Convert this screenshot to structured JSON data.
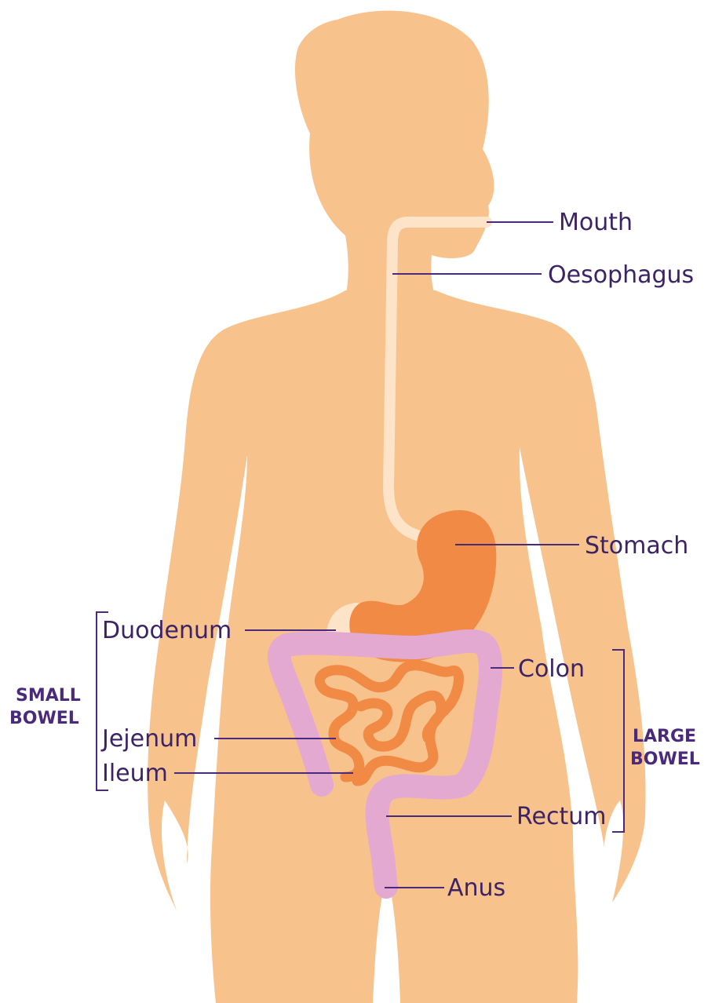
{
  "labels": {
    "mouth": "Mouth",
    "oesophagus": "Oesophagus",
    "stomach": "Stomach",
    "duodenum": "Duodenum",
    "colon": "Colon",
    "jejenum": "Jejenum",
    "ileum": "Ileum",
    "rectum": "Rectum",
    "anus": "Anus"
  },
  "groups": {
    "small_bowel": [
      "SMALL",
      "BOWEL"
    ],
    "large_bowel": [
      "LARGE",
      "BOWEL"
    ]
  },
  "colors": {
    "body": "#f8c28d",
    "oesophagus": "#fde3c8",
    "stomach": "#f08a45",
    "small_intestine": "#f08a45",
    "large_intestine": "#e3a9d0",
    "text": "#3b2366"
  }
}
